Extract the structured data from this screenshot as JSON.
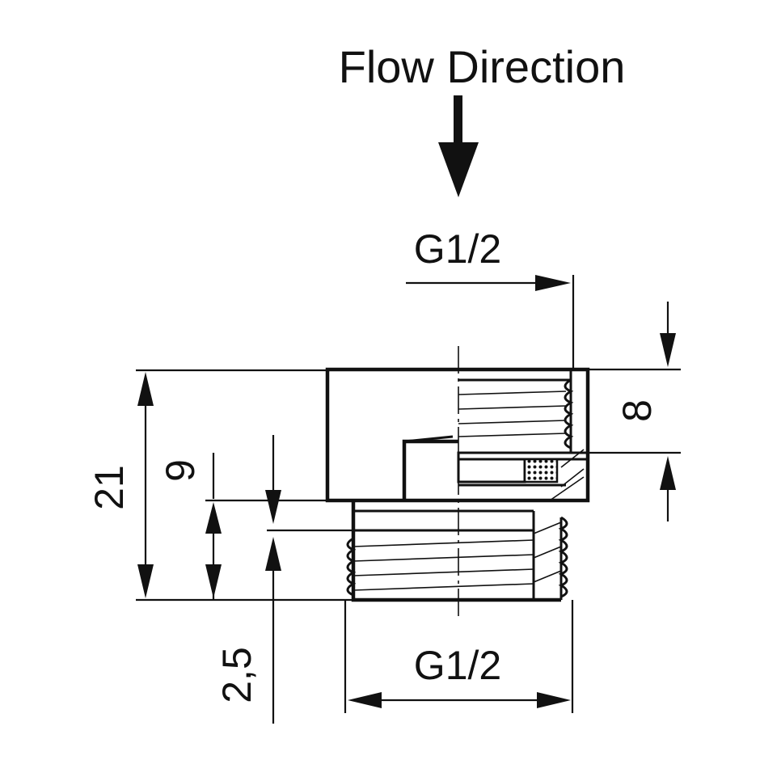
{
  "title": "Flow Direction",
  "dimensions": {
    "thread_top": "G1/2",
    "thread_bottom": "G1/2",
    "overall_height": "21",
    "lower_section_height": "9",
    "shoulder": "2,5",
    "top_thread_depth": "8"
  },
  "colors": {
    "line": "#111111",
    "background": "#ffffff"
  },
  "icons": {
    "flow_arrow": "down-arrow-icon"
  }
}
